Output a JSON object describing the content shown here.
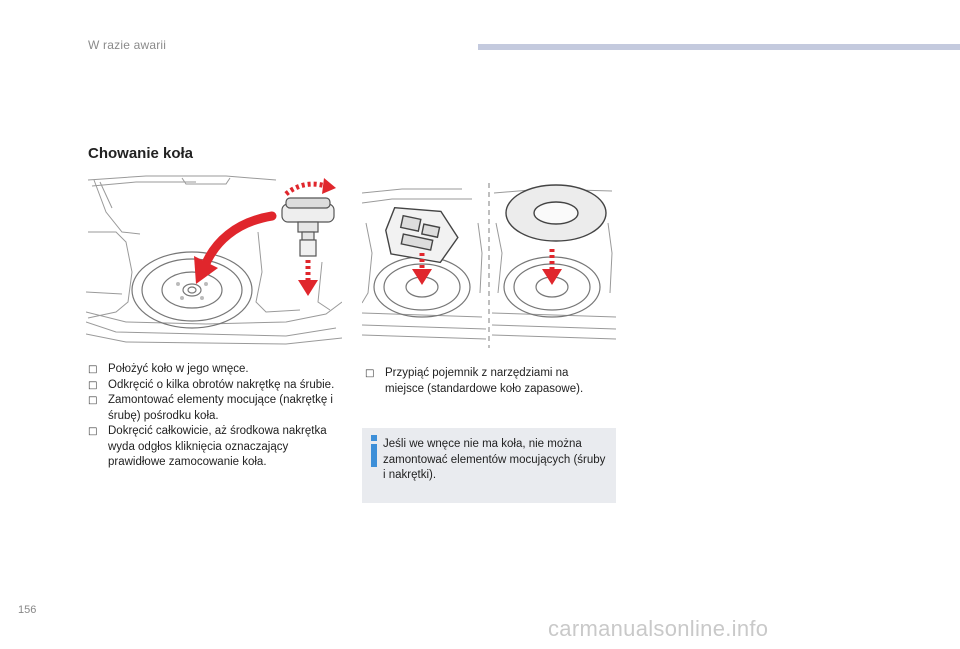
{
  "header": {
    "title": "W razie awarii"
  },
  "section": {
    "title": "Chowanie koła"
  },
  "steps_left": [
    "Położyć koło w jego wnęce.",
    "Odkręcić o kilka obrotów nakrętkę na śrubie.",
    "Zamontować elementy mocujące (nakrętkę i śrubę) pośrodku koła.",
    "Dokręcić całkowicie, aż środkowa nakrętka wyda odgłos kliknięcia oznaczający prawidłowe zamocowanie koła."
  ],
  "steps_right": [
    "Przypiąć pojemnik z narzędziami na miejsce (standardowe koło zapasowe)."
  ],
  "info": {
    "text": "Jeśli we wnęce nie ma koła, nie można zamontować elementów mocujących (śruby i nakrętki)."
  },
  "footer": {
    "page_number": "156",
    "watermark": "carmanualsonline.info"
  },
  "icons": {
    "bullet": "bullet-f-icon",
    "info": "info-i-icon"
  },
  "colors": {
    "accent_red": "#e0262c",
    "header_bar": "#c4cade",
    "info_bg": "#e9ebef",
    "info_icon": "#3d8fd8"
  }
}
